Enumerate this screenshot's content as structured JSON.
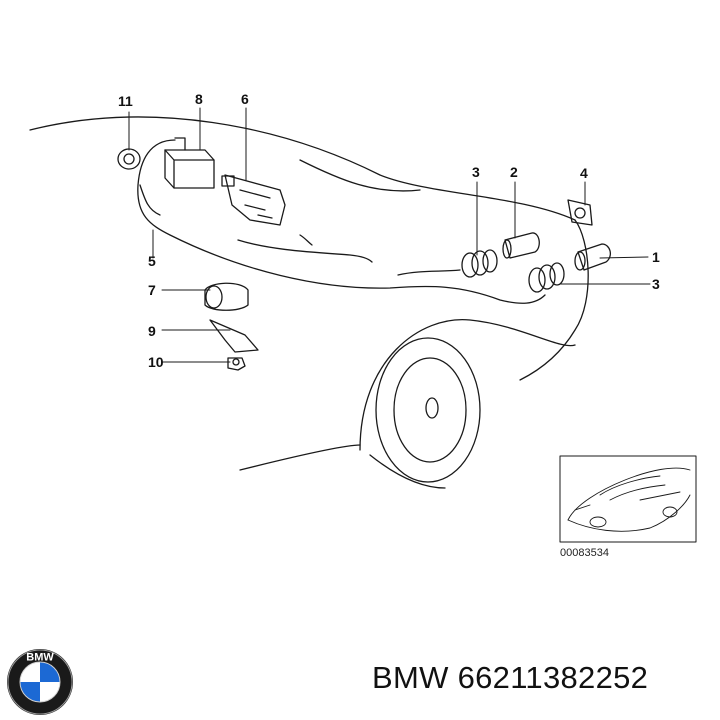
{
  "callouts": {
    "c11": "11",
    "c8": "8",
    "c6": "6",
    "c3a": "3",
    "c2": "2",
    "c4": "4",
    "c1": "1",
    "c3b": "3",
    "c5": "5",
    "c7": "7",
    "c9": "9",
    "c10": "10"
  },
  "thumbnail": {
    "ref_code": "00083534"
  },
  "title": {
    "text": "BMW 66211382252"
  },
  "logo": {
    "text": "BMW"
  },
  "colors": {
    "line": "#1a1a1a",
    "logo_blue": "#1c69d4",
    "logo_ring": "#1a1a1a"
  }
}
